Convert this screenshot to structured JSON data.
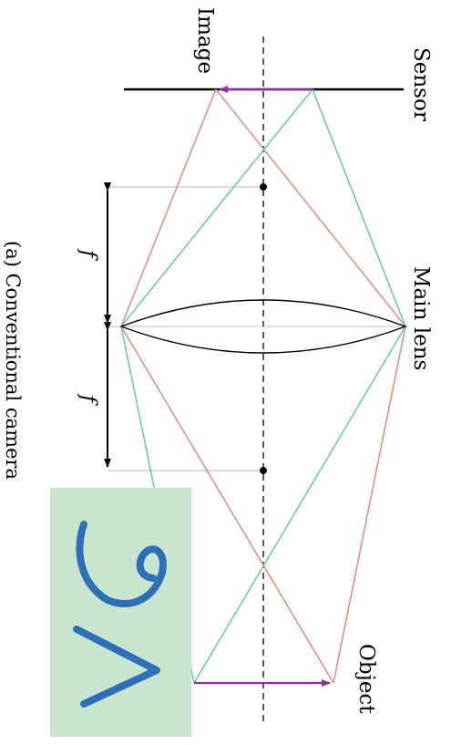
{
  "labels": {
    "sensor": "Sensor",
    "image": "Image",
    "main_lens": "Main lens",
    "object": "Object",
    "focal_top": "f",
    "focal_bottom": "f"
  },
  "caption": "(a) Conventional camera",
  "colors": {
    "red_ray": "#d6958a",
    "green_ray": "#72c7a6",
    "arrow": "#8b2f9e",
    "inset_bg": "#c8e6cf",
    "inset_ink": "#2f6fb5"
  },
  "inset": {
    "icon": "cv-handwriting-icon"
  }
}
